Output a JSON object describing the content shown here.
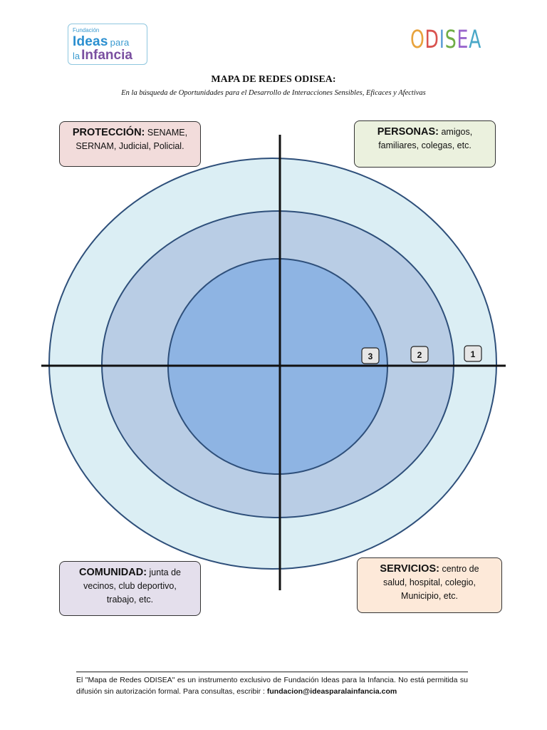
{
  "logos": {
    "fundacion": {
      "small": "Fundación",
      "word_ideas": "Ideas",
      "word_para": "para",
      "word_la": "la",
      "word_infancia": "Infancia"
    },
    "odisea": "ODISEA"
  },
  "header": {
    "title": "MAPA DE REDES ODISEA:",
    "subtitle": "En la búsqueda de Oportunidades para el Desarrollo de Interacciones Sensibles, Eficaces y Afectivas"
  },
  "quadrants": {
    "proteccion": {
      "label": "PROTECCIÓN:",
      "text1": "SENAME,",
      "text2": "SERNAM, Judicial, Policial.",
      "color": "#f2dcdb"
    },
    "personas": {
      "label": "PERSONAS:",
      "text1": "amigos,",
      "text2": "familiares, colegas, etc.",
      "color": "#ebf1de"
    },
    "comunidad": {
      "label": "COMUNIDAD:",
      "text1": "junta de",
      "text2": "vecinos, club deportivo,",
      "text3": "trabajo, etc.",
      "color": "#e4dfec"
    },
    "servicios": {
      "label": "SERVICIOS:",
      "text1": "centro de",
      "text2": "salud, hospital, colegio,",
      "text3": "Municipio, etc.",
      "color": "#fde9d9"
    }
  },
  "rings": {
    "labels": [
      "1",
      "2",
      "3"
    ],
    "colors": {
      "outer": "#dbeef4",
      "middle": "#b9cde5",
      "inner": "#8eb4e3",
      "stroke": "#2e4f7a"
    }
  },
  "footer": {
    "text1": "El \"Mapa de Redes ODISEA\" es un instrumento exclusivo de Fundación Ideas para la Infancia. No está permitida su difusión sin autorización formal. Para consultas, escribir :",
    "email": "fundacion@ideasparalainfancia.com"
  }
}
